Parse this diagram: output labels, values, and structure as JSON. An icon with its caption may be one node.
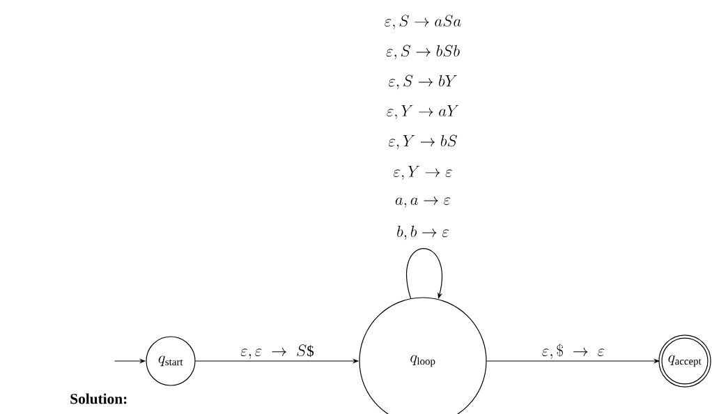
{
  "diagram": {
    "nodes": [
      {
        "text": [
          "q_{\\mathrm{start}}"
        ]
      },
      {
        "text": [
          "q_{\\mathrm{loop}}"
        ]
      },
      {
        "text": [
          "q_{\\mathrm{accept}}"
        ]
      }
    ],
    "edges": [
      {
        "from": null,
        "to": 0,
        "arrow": "to"
      },
      {
        "from": 0,
        "to": 1,
        "arrow": "to",
        "label": "\\varepsilon,\\varepsilon\\;\\to\\;S\\mbox{\\$}"
      },
      {
        "from": 1,
        "to": 1,
        "arrow": "to",
        "label": [
          "\\varepsilon,S\\to aSa",
          "\\varepsilon,S\\to bSb",
          "\\varepsilon,S\\to bY",
          "\\varepsilon,Y\\to aY",
          "\\varepsilon,Y\\to bS",
          "\\varepsilon,Y\\to \\varepsilon",
          "a,a\\to \\varepsilon",
          "b,b\\to \\varepsilon"
        ]
      },
      {
        "from": 1,
        "to": 2,
        "arrow": "to",
        "label": "\\varepsilon,\\$\\;\\to\\;\\varepsilon"
      }
    ],
    "labels": [
      "Solution:"
    ]
  }
}
